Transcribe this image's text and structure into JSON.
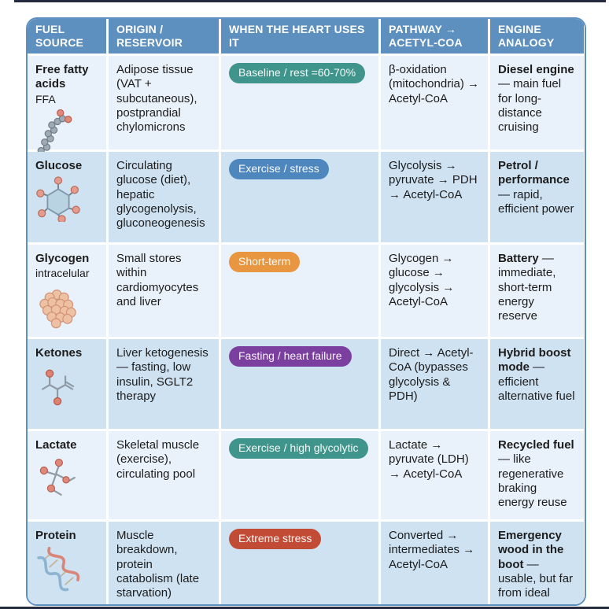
{
  "colors": {
    "header_blue": "#5d8fbf",
    "table_border": "#5d8fbf",
    "row_light": "#e9f1fa",
    "row_dark": "#cfe2f2",
    "edge_strip": "#252b3f",
    "badge_teal": "#3f948b",
    "badge_blue": "#4d87bd",
    "badge_orange": "#e8963f",
    "badge_purple": "#7b3fa0",
    "badge_red": "#c14b35"
  },
  "table": {
    "headers": [
      "FUEL SOURCE",
      "ORIGIN / RESERVOIR",
      "WHEN THE HEART USES IT",
      "PATHWAY → ACETYL-COA",
      "ENGINE ANALOGY"
    ],
    "rows": [
      {
        "fuel": {
          "name": "Free fatty acids",
          "sub": "FFA",
          "icon": "fatty-acid-chain-icon"
        },
        "origin": "Adipose tissue (VAT + subcutaneous), postprandial chylomicrons",
        "badge": {
          "label": "Baseline / rest =60-70%",
          "color": "#3f948b"
        },
        "pathway": "β-oxidation (mitochondria) → Acetyl-CoA",
        "analogy": {
          "bold": "Diesel engine",
          "rest": " — main fuel for long-distance cruising"
        }
      },
      {
        "fuel": {
          "name": "Glucose",
          "sub": "",
          "icon": "glucose-ring-icon"
        },
        "origin": "Circulating glucose (diet), hepatic glycogenolysis, gluconeogenesis",
        "badge": {
          "label": "Exercise / stress",
          "color": "#4d87bd"
        },
        "pathway": "Glycolysis → pyruvate → PDH → Acetyl-CoA",
        "analogy": {
          "bold": "Petrol / performance",
          "rest": " — rapid, efficient power"
        }
      },
      {
        "fuel": {
          "name": "Glycogen",
          "sub": "intracelular",
          "icon": "glycogen-cluster-icon"
        },
        "origin": "Small stores within cardiomyocytes and liver",
        "badge": {
          "label": "Short-term",
          "color": "#e8963f"
        },
        "pathway": "Glycogen → glucose → glycolysis → Acetyl-CoA",
        "analogy": {
          "bold": "Battery",
          "rest": " — immediate, short-term energy reserve"
        }
      },
      {
        "fuel": {
          "name": "Ketones",
          "sub": "",
          "icon": "ketone-molecule-icon"
        },
        "origin": "Liver ketogenesis — fasting, low insulin, SGLT2 therapy",
        "badge": {
          "label": "Fasting / heart failure",
          "color": "#7b3fa0"
        },
        "pathway": "Direct → Acetyl-CoA (bypasses glycolysis & PDH)",
        "analogy": {
          "bold": "Hybrid boost mode",
          "rest": " — efficient alternative fuel"
        }
      },
      {
        "fuel": {
          "name": "Lactate",
          "sub": "",
          "icon": "lactate-molecule-icon"
        },
        "origin": "Skeletal muscle (exercise), circulating pool",
        "badge": {
          "label": "Exercise / high glycolytic",
          "color": "#3f948b"
        },
        "pathway": "Lactate → pyruvate (LDH) → Acetyl-CoA",
        "analogy": {
          "bold": "Recycled fuel",
          "rest": " — like regenerative braking energy reuse"
        }
      },
      {
        "fuel": {
          "name": "Protein",
          "sub": "",
          "icon": "dna-helix-icon"
        },
        "origin": "Muscle breakdown, protein catabolism (late starvation)",
        "badge": {
          "label": "Extreme stress",
          "color": "#c14b35"
        },
        "pathway": "Converted → intermediates → Acetyl-CoA",
        "analogy": {
          "bold": "Emergency wood in the boot",
          "rest": " — usable, but far from ideal"
        }
      }
    ]
  }
}
